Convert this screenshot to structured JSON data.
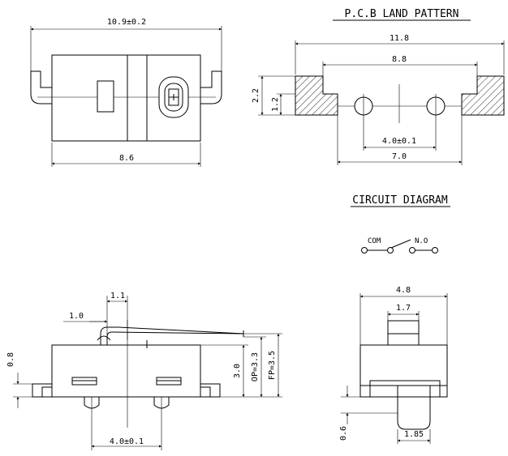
{
  "top_view": {
    "overall_width": "10.9±0.2",
    "body_width": "8.6"
  },
  "pcb_land_pattern": {
    "title": "P.C.B LAND PATTERN",
    "outer_width": "11.8",
    "pad_inner_span": "8.8",
    "pad_height": "2.2",
    "pad_lower_height": "1.2",
    "hole_pitch": "4.0±0.1",
    "inner_span": "7.0"
  },
  "circuit_diagram": {
    "title": "CIRCUIT DIAGRAM",
    "com_label": "COM",
    "no_label": "N.O"
  },
  "side_view": {
    "plunger_width": "1.1",
    "plunger_offset": "1.0",
    "terminal_height": "0.8",
    "body_height": "3.0",
    "op_height": "OP=3.3",
    "fp_height": "FP=3.5",
    "post_pitch": "4.0±0.1"
  },
  "end_view": {
    "body_width": "4.8",
    "plunger_width": "1.7",
    "standoff": "0.6",
    "post_width": "1.85"
  }
}
